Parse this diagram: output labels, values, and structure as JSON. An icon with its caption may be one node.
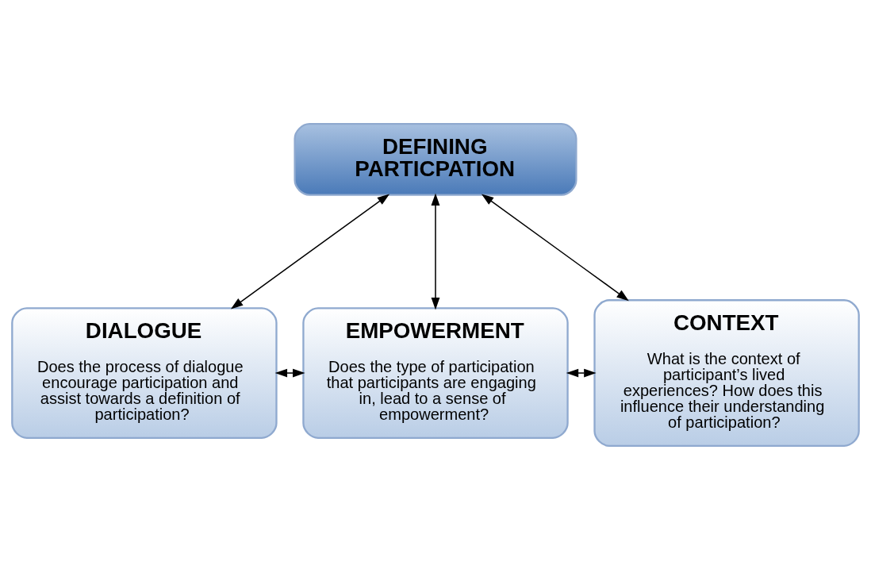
{
  "diagram": {
    "nodes": [
      {
        "text": [
          "DEFINING PARTICPATION"
        ]
      },
      {
        "text": [
          "DIALOGUE",
          "Does the process of dialogue encourage participation and assist towards a definition of participation?"
        ]
      },
      {
        "text": [
          "EMPOWERMENT",
          "Does the type of participation that participants are engaging in, lead to a sense of empowerment?"
        ]
      },
      {
        "text": [
          "CONTEXT",
          "What is the context of participant’s lived experiences? How does this influence their understanding of participation?"
        ]
      }
    ],
    "edges": [
      {
        "from": 0,
        "to": 1,
        "arrow": "both"
      },
      {
        "from": 0,
        "to": 2,
        "arrow": "both"
      },
      {
        "from": 0,
        "to": 3,
        "arrow": "both"
      },
      {
        "from": 1,
        "to": 2,
        "arrow": "both"
      },
      {
        "from": 2,
        "to": 3,
        "arrow": "both"
      }
    ]
  }
}
